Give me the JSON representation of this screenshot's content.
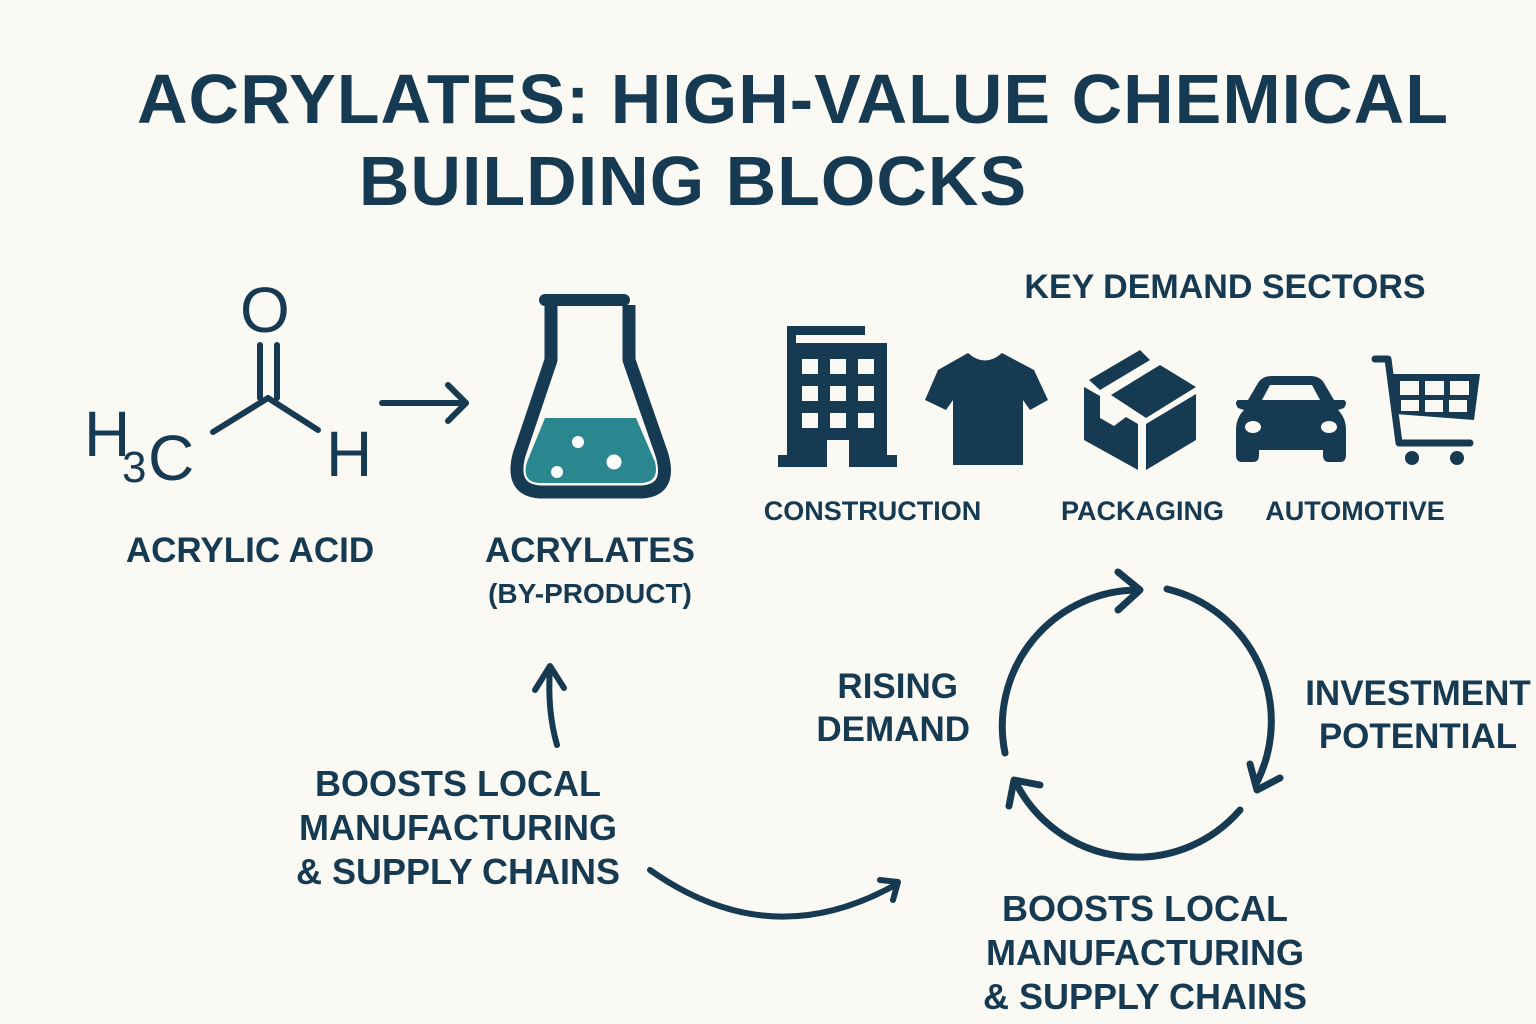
{
  "title": {
    "line1": "ACRYLATES: HIGH-VALUE CHEMICAL",
    "line2": "BUILDING BLOCKS"
  },
  "molecule": {
    "atoms": {
      "oxygen": "O",
      "left_h": "H",
      "subscript": "3",
      "carbon": "C",
      "right_h": "H"
    },
    "label": "ACRYLIC ACID"
  },
  "product": {
    "label": "ACRYLATES",
    "sublabel": "(BY-PRODUCT)"
  },
  "sectors": {
    "heading": "KEY DEMAND SECTORS",
    "icons": [
      {
        "name": "building-icon"
      },
      {
        "name": "tshirt-icon"
      },
      {
        "name": "box-icon"
      },
      {
        "name": "car-icon"
      },
      {
        "name": "cart-icon"
      }
    ],
    "labels": [
      "CONSTRUCTION",
      "PACKAGING",
      "AUTOMOTIVE"
    ]
  },
  "cycle": {
    "left": {
      "line1": "RISING",
      "line2": "DEMAND"
    },
    "right": {
      "line1": "INVESTMENT",
      "line2": "POTENTIAL"
    },
    "bottom": {
      "line1": "BOOSTS LOCAL",
      "line2": "MANUFACTURING",
      "line3": "& SUPPLY CHAINS"
    }
  },
  "left_impact": {
    "line1": "BOOSTS LOCAL",
    "line2": "MANUFACTURING",
    "line3": "& SUPPLY CHAINS"
  },
  "colors": {
    "primary": "#163a52",
    "liquid": "#2a8790",
    "background": "#fbf9f4"
  }
}
